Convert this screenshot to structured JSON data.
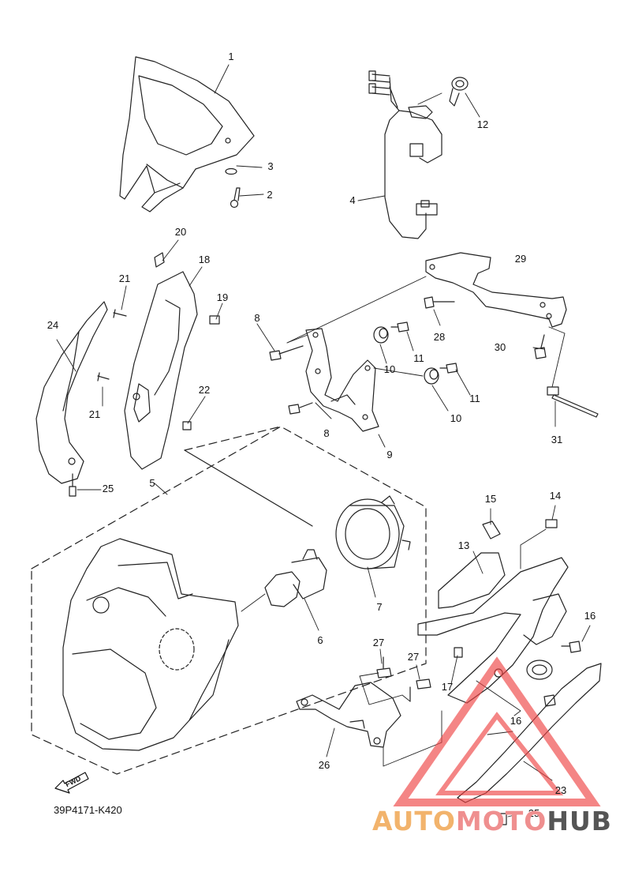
{
  "diagram": {
    "code": "39P4171-K420",
    "fwd_label": "FWD",
    "callouts": [
      {
        "id": "c1",
        "label": "1"
      },
      {
        "id": "c2",
        "label": "2"
      },
      {
        "id": "c3",
        "label": "3"
      },
      {
        "id": "c4",
        "label": "4"
      },
      {
        "id": "c12",
        "label": "12"
      },
      {
        "id": "c20",
        "label": "20"
      },
      {
        "id": "c18",
        "label": "18"
      },
      {
        "id": "c21a",
        "label": "21"
      },
      {
        "id": "c19",
        "label": "19"
      },
      {
        "id": "c24",
        "label": "24"
      },
      {
        "id": "c21b",
        "label": "21"
      },
      {
        "id": "c22",
        "label": "22"
      },
      {
        "id": "c25a",
        "label": "25"
      },
      {
        "id": "c5",
        "label": "5"
      },
      {
        "id": "c8a",
        "label": "8"
      },
      {
        "id": "c10a",
        "label": "10"
      },
      {
        "id": "c11a",
        "label": "11"
      },
      {
        "id": "c28",
        "label": "28"
      },
      {
        "id": "c29",
        "label": "29"
      },
      {
        "id": "c30",
        "label": "30"
      },
      {
        "id": "c8b",
        "label": "8"
      },
      {
        "id": "c9",
        "label": "9"
      },
      {
        "id": "c10b",
        "label": "10"
      },
      {
        "id": "c11b",
        "label": "11"
      },
      {
        "id": "c31",
        "label": "31"
      },
      {
        "id": "c15",
        "label": "15"
      },
      {
        "id": "c14",
        "label": "14"
      },
      {
        "id": "c13",
        "label": "13"
      },
      {
        "id": "c16a",
        "label": "16"
      },
      {
        "id": "c7",
        "label": "7"
      },
      {
        "id": "c6",
        "label": "6"
      },
      {
        "id": "c27a",
        "label": "27"
      },
      {
        "id": "c27b",
        "label": "27"
      },
      {
        "id": "c17",
        "label": "17"
      },
      {
        "id": "c16b",
        "label": "16"
      },
      {
        "id": "c26",
        "label": "26"
      },
      {
        "id": "c23",
        "label": "23"
      },
      {
        "id": "c25b",
        "label": "25"
      }
    ]
  },
  "watermark": {
    "part1": "AUTO",
    "part2": "MOTO",
    "part3": "HUB",
    "colors": {
      "auto": "#f2b36c",
      "moto": "#ef8f8f",
      "hub": "#555555",
      "triangle": "#ee4444"
    }
  }
}
